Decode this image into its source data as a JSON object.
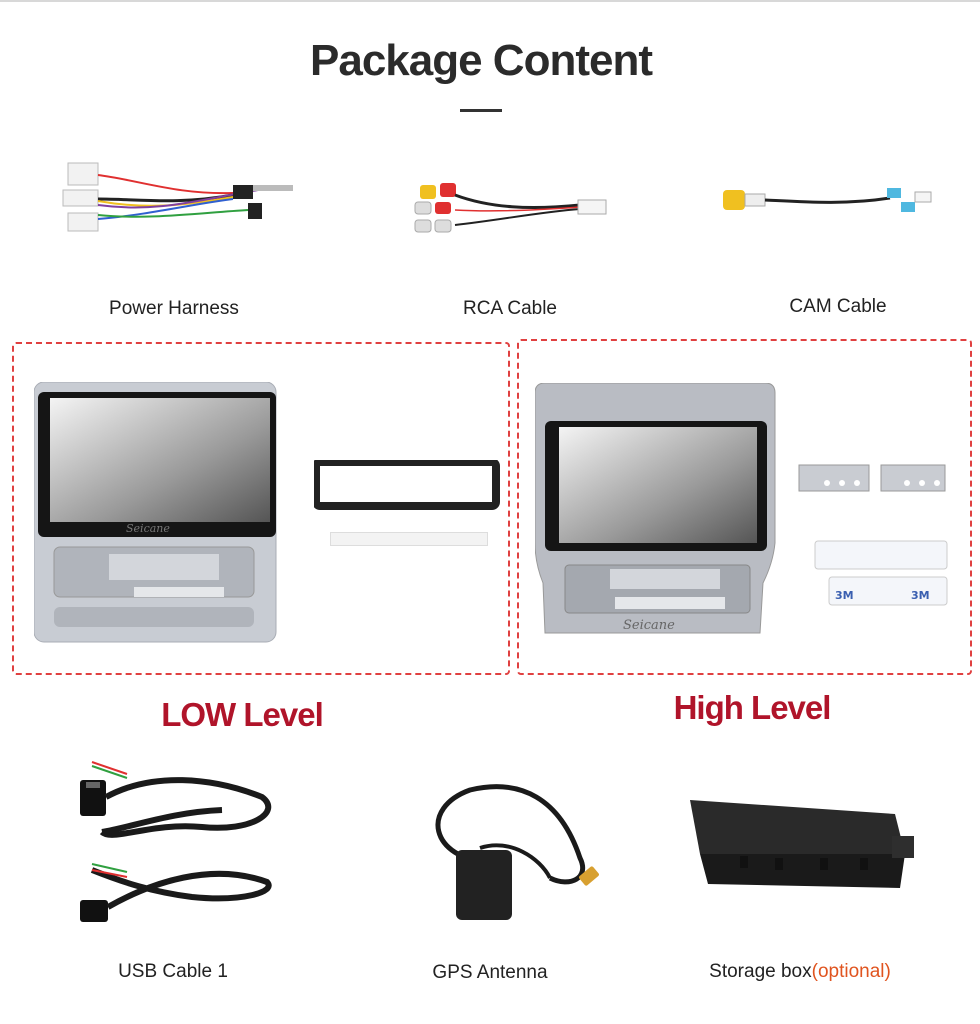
{
  "title": "Package Content",
  "items": {
    "power_harness": "Power Harness",
    "rca_cable": "RCA Cable",
    "cam_cable": "CAM Cable",
    "usb_cable": "USB Cable 1",
    "gps_antenna": "GPS Antenna",
    "storage_box": "Storage box",
    "storage_box_note": "(optional)"
  },
  "levels": {
    "low": "LOW Level",
    "high": "High Level"
  },
  "brand": "Seicane",
  "tape_brand": "3M",
  "colors": {
    "level_text": "#b0142a",
    "optional_text": "#e0541f",
    "dashed_border": "#e04040"
  }
}
